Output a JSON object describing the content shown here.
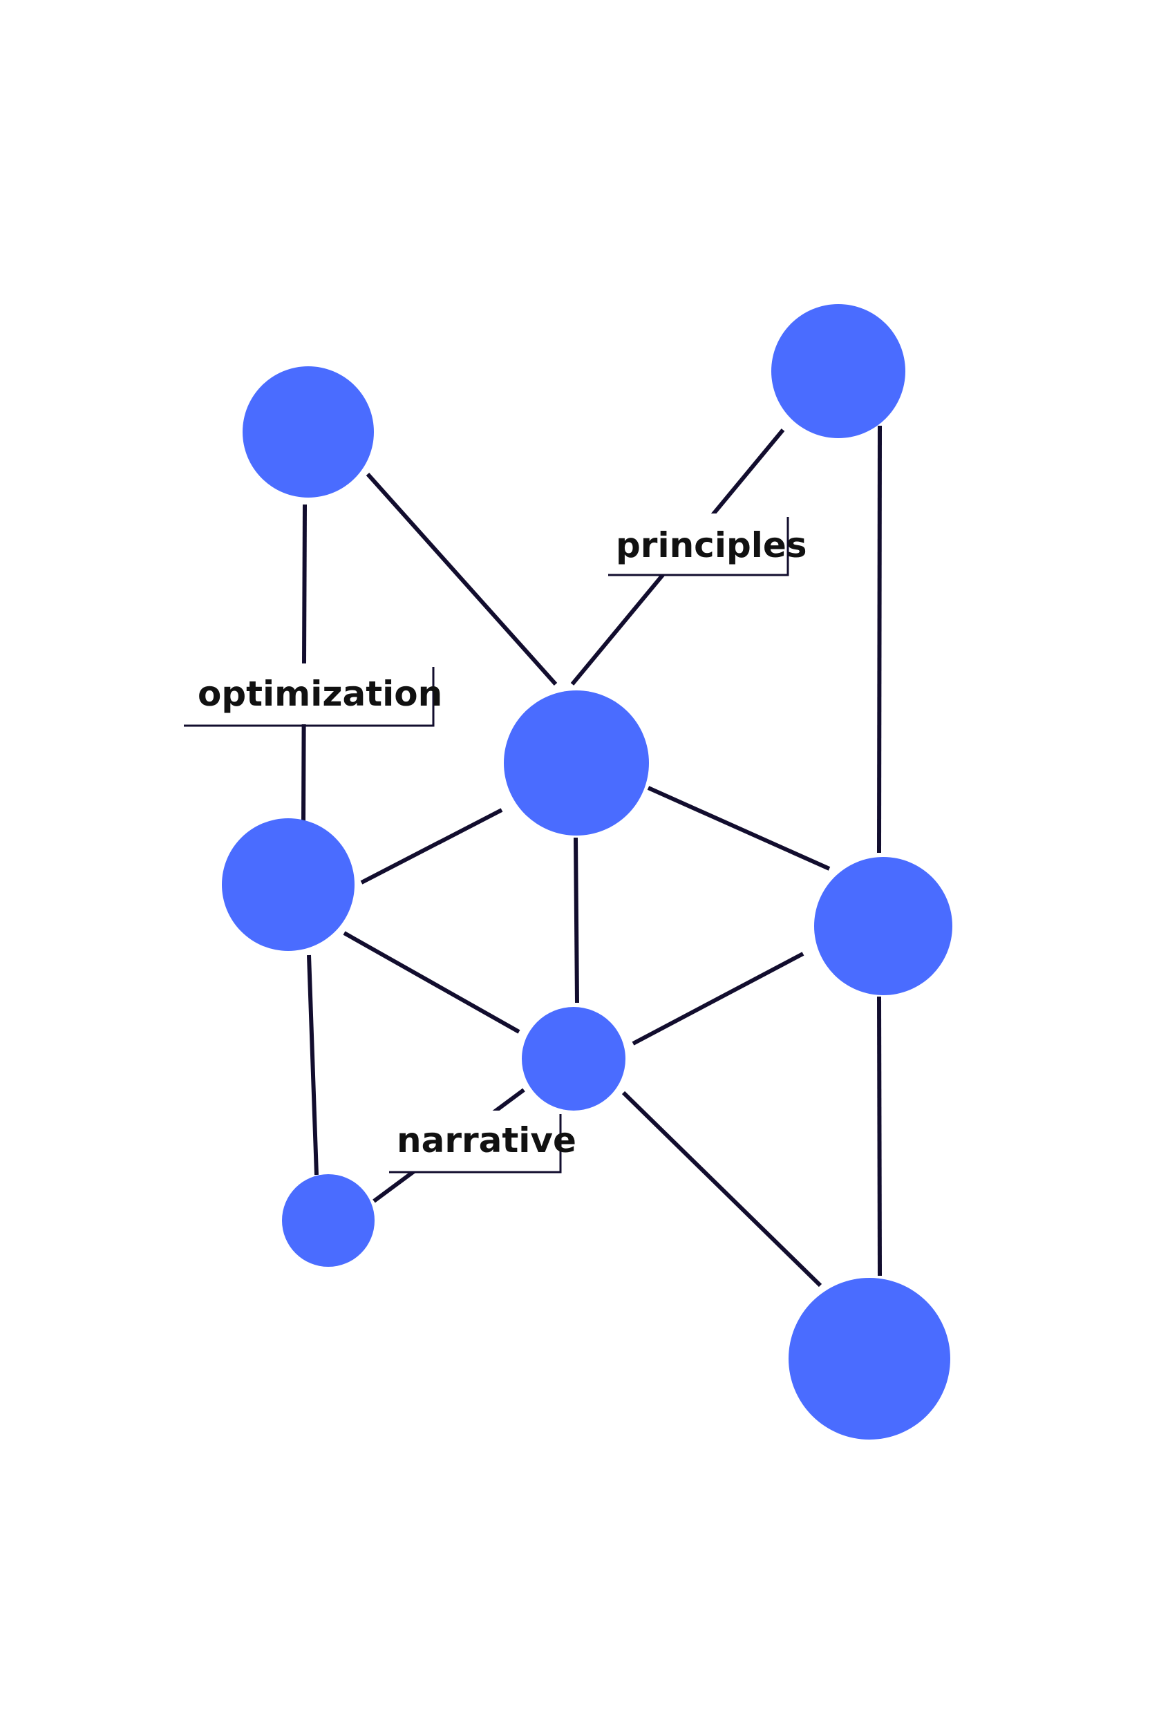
{
  "colors": {
    "node_fill": "#4a6cff",
    "edge_stroke": "#120d2e",
    "background": "#ffffff",
    "label_text": "#111111"
  },
  "labels": {
    "optimization": "optimization",
    "principles": "principles",
    "narrative": "narrative"
  }
}
